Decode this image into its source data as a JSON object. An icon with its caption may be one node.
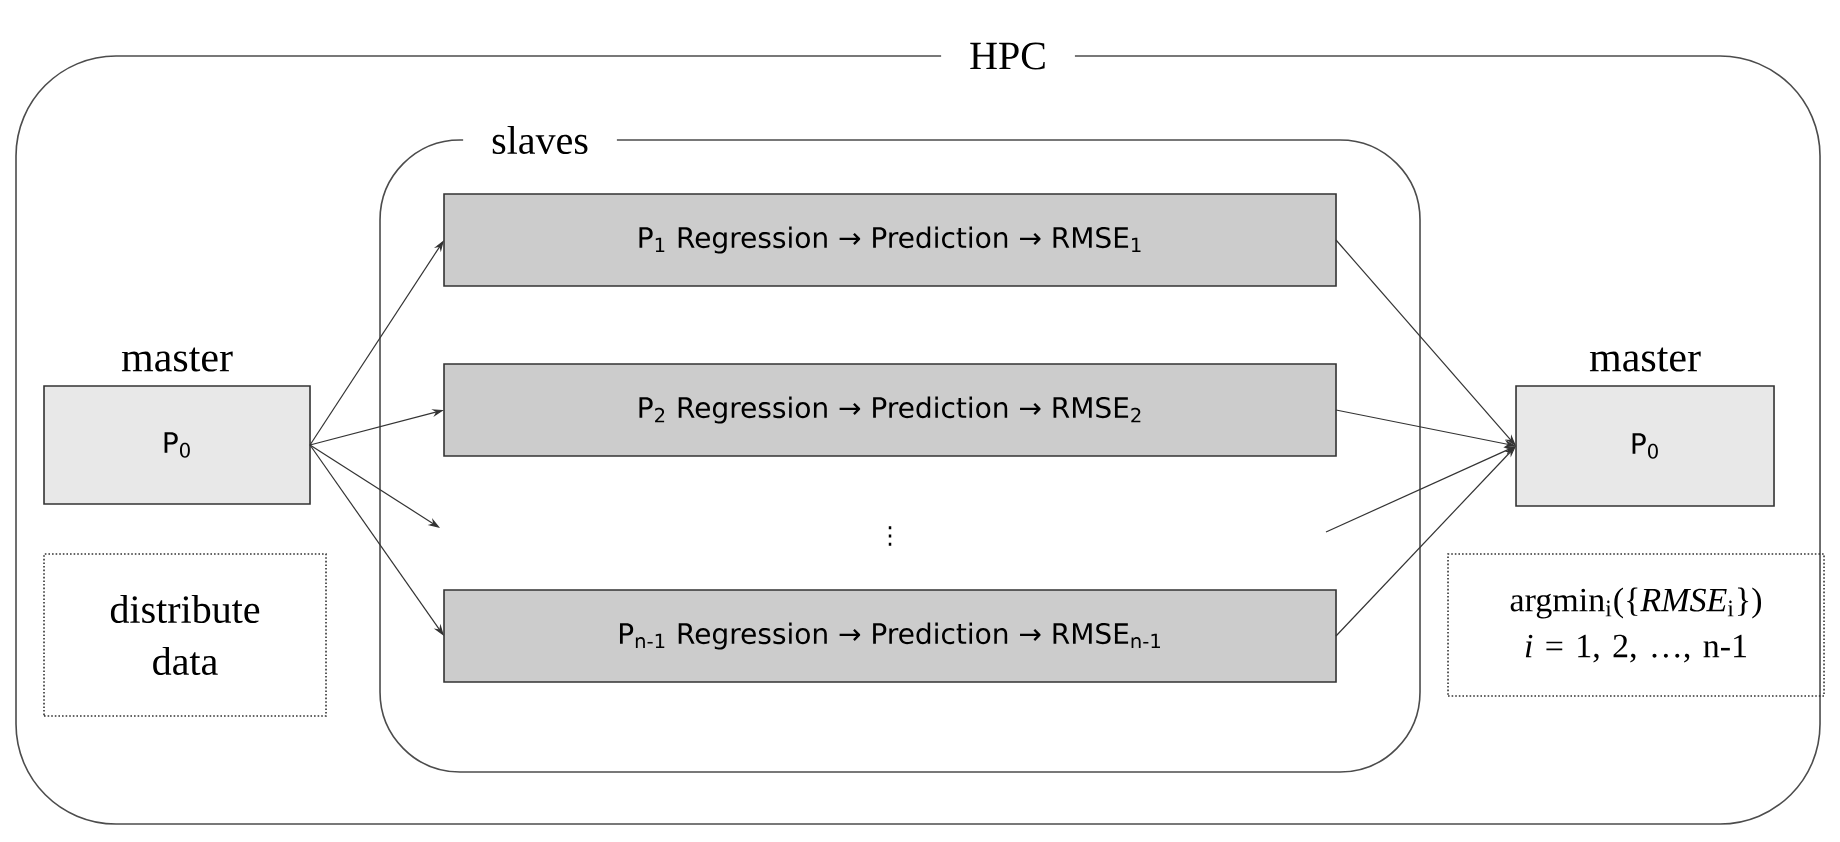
{
  "diagram": {
    "nodes": [
      {
        "text": [
          "HPC"
        ]
      },
      {
        "text": [
          "master",
          "P$_{0}$"
        ],
        "in": 0
      },
      {
        "text": [
          "distribute data"
        ],
        "in": 0
      },
      {
        "text": [
          "slaves"
        ],
        "in": 0
      },
      {
        "text": [
          "P$_{1}$ Regression → Prediction → RMSE$_{1}$"
        ],
        "in": 3
      },
      {
        "text": [
          "P$_{2}$ Regression → Prediction → RMSE$_{2}$"
        ],
        "in": 3
      },
      {
        "text": [
          "P$_{n-1}$ Regression → Prediction → RMSE$_{n-1}$"
        ],
        "in": 3
      },
      {
        "text": [
          "master",
          "P$_{0}$"
        ],
        "in": 0
      },
      {
        "text": [
          "argmin$_{i}$({*RMSE*$_{i}$})",
          "*i* = 1, 2, …, n-1"
        ],
        "in": 0
      }
    ],
    "edges": [
      {
        "from": 1,
        "to": 4,
        "arrow": "to"
      },
      {
        "from": 1,
        "to": 5,
        "arrow": "to"
      },
      {
        "from": 1,
        "to": null,
        "arrow": "to"
      },
      {
        "from": 1,
        "to": 6,
        "arrow": "to"
      },
      {
        "from": 4,
        "to": 7,
        "arrow": "to"
      },
      {
        "from": 5,
        "to": 7,
        "arrow": "to"
      },
      {
        "from": null,
        "to": 7,
        "arrow": "to"
      },
      {
        "from": 6,
        "to": 7,
        "arrow": "to"
      }
    ],
    "labels": [
      "⋮"
    ]
  }
}
